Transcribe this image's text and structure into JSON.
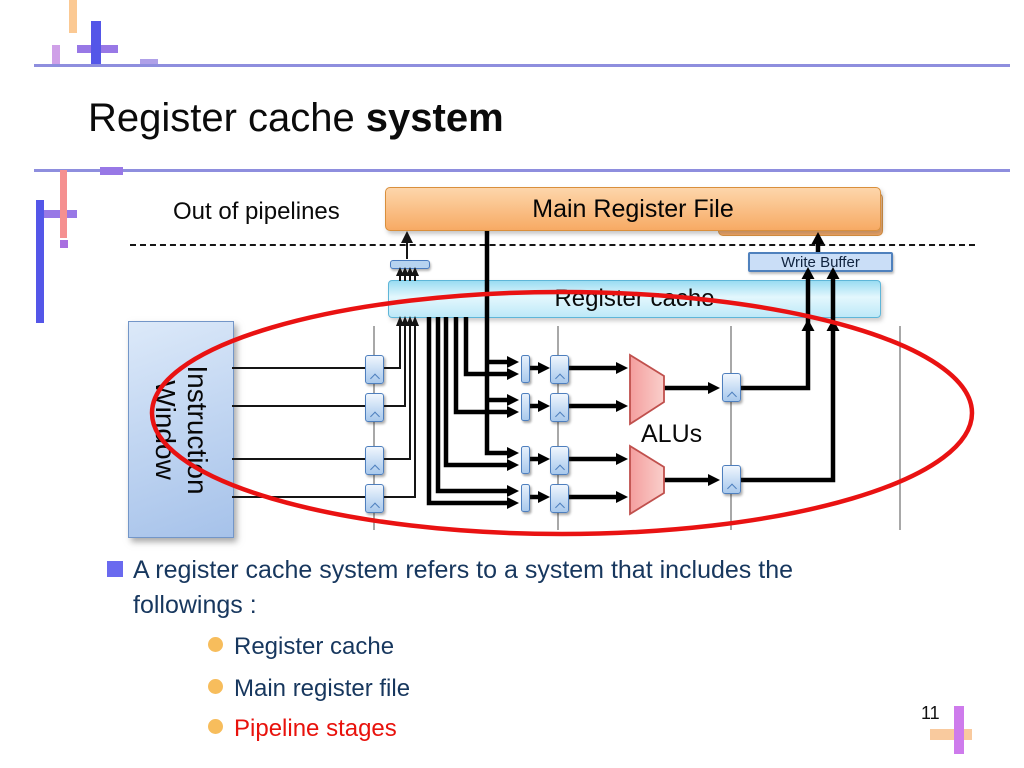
{
  "slide": {
    "title_regular": "Register cache",
    "title_bold": "system",
    "page_number": "11"
  },
  "diagram": {
    "out_of_pipelines_label": "Out of pipelines",
    "main_register_file_label": "Main Register File",
    "write_buffer_label": "Write Buffer",
    "register_cache_label": "Register cache",
    "instruction_window_line1": "Instruction",
    "instruction_window_line2": "Window",
    "alus_label": "ALUs"
  },
  "bullets": {
    "lead_line1": "A register cache system refers to a system that includes the",
    "lead_line2": "followings :",
    "items": [
      {
        "label": "Register cache",
        "style": "color:#17375E"
      },
      {
        "label": "Main register file",
        "style": "color:#17375E"
      },
      {
        "label": "Pipeline stages",
        "style": "color:#E8120C"
      }
    ]
  },
  "colors": {
    "accent_line": "#8E8EDE",
    "deco_blue": "#5456E8",
    "deco_orange": "#FBC993",
    "deco_purple": "#9878E6",
    "deco_violet": "#CE7BEC",
    "deco_pink": "#F59090",
    "mrf_orange": "#F7AA64",
    "cache_cyan": "#BDE9F8",
    "register_blue": "#A9C9EC",
    "alu_salmon": "#F5A2A2",
    "highlight_red": "#E91212",
    "text_navy": "#17375E",
    "text_red": "#E8120C"
  }
}
